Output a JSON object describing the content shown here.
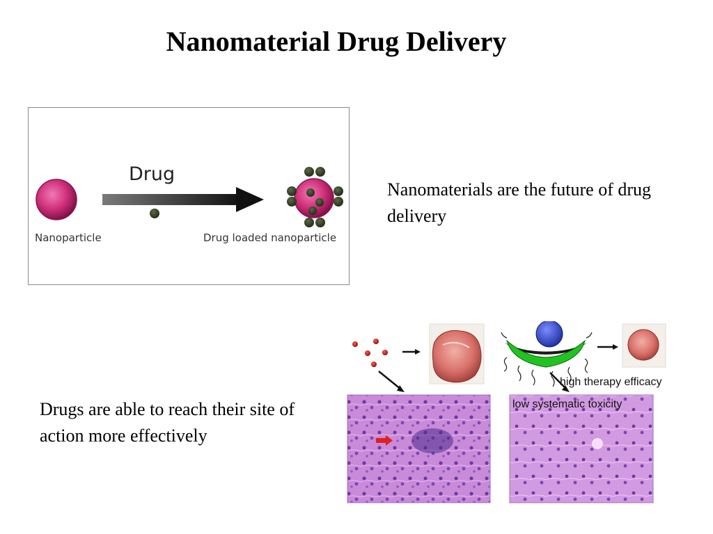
{
  "slide": {
    "title": "Nanomaterial Drug Delivery",
    "text_top": "Nanomaterials are the future of drug delivery",
    "text_bottom": "Drugs are able to reach their site of action more effectively"
  },
  "figure1": {
    "drug_label": "Drug",
    "left_label": "Nanoparticle",
    "right_label": "Drug loaded nanoparticle"
  },
  "figure2": {
    "caption_efficacy": "high therapy efficacy",
    "caption_toxicity": "low systematic toxicity"
  },
  "colors": {
    "nanoparticle": "#d0307a",
    "drug_dot": "#2f3b22",
    "tissue": "#c97fd8",
    "shell": "#22c222",
    "core": "#2a3fd0"
  }
}
